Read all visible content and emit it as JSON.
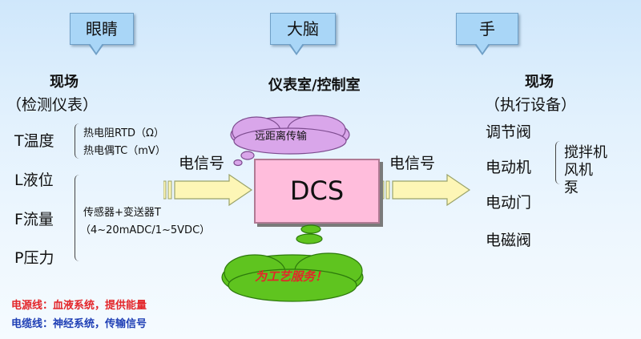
{
  "callouts": {
    "eyes": "眼睛",
    "brain": "大脑",
    "hand": "手"
  },
  "left": {
    "heading_line1": "现场",
    "heading_line2": "（检测仪表）",
    "items": [
      "T温度",
      "L液位",
      "F流量",
      "P压力"
    ],
    "temp_sensors": [
      "热电阻RTD（Ω）",
      "热电偶TC（mV）"
    ],
    "transmitter_line1": "传感器+变送器T",
    "transmitter_line2": "（4~20mADC/1~5VDC）"
  },
  "center": {
    "heading": "仪表室/控制室",
    "remote_cloud": "远距离传输",
    "dcs_label": "DCS",
    "service_cloud": "为工艺服务！"
  },
  "signals": {
    "left_signal": "电信号",
    "right_signal": "电信号"
  },
  "right": {
    "heading_line1": "现场",
    "heading_line2": "（执行设备）",
    "items": [
      "调节阀",
      "电动机",
      "电动门",
      "电磁阀"
    ],
    "motor_loads": [
      "搅拌机",
      "风机",
      "泵"
    ]
  },
  "legend": {
    "power_line": "电源线：血液系统，提供能量",
    "cable_line": "电缆线：神经系统，传输信号"
  },
  "colors": {
    "callout_fill": "#a9d6f7",
    "dcs_fill": "#ffbddc",
    "cloud_pink": "#d9a6ea",
    "cloud_green": "#5fc41f",
    "arrow_fill": "#fdf6b6",
    "legend_red": "#e3262a",
    "legend_blue": "#1f3fb5"
  }
}
